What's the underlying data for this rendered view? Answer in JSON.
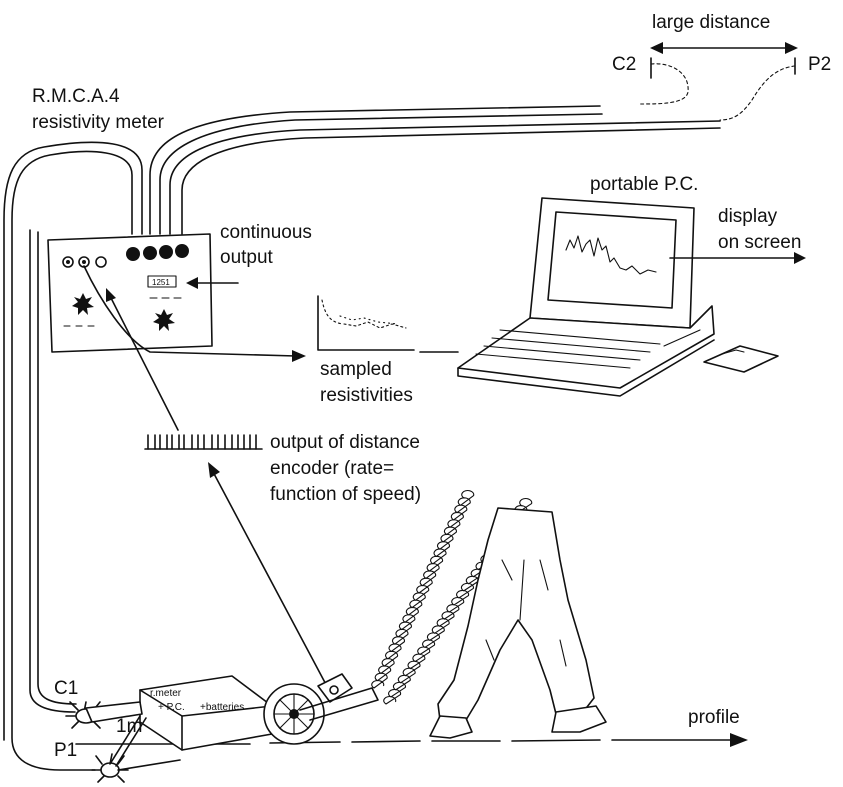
{
  "labels": {
    "large_distance": "large distance",
    "c2": "C2",
    "p2": "P2",
    "meter_title_1": "R.M.C.A.4",
    "meter_title_2": "resistivity meter",
    "portable_pc": "portable P.C.",
    "display_1": "display",
    "display_2": "on screen",
    "continuous_1": "continuous",
    "continuous_2": "output",
    "meter_readout": "1251",
    "sampled_1": "sampled",
    "sampled_2": "resistivities",
    "encoder_1": "output of distance",
    "encoder_2": "encoder (rate=",
    "encoder_3": "function of speed)",
    "c1": "C1",
    "p1": "P1",
    "one_m": "1m",
    "box_1": "r.meter",
    "box_2": "+ P.C.",
    "box_3": "+batteries",
    "profile": "profile"
  }
}
